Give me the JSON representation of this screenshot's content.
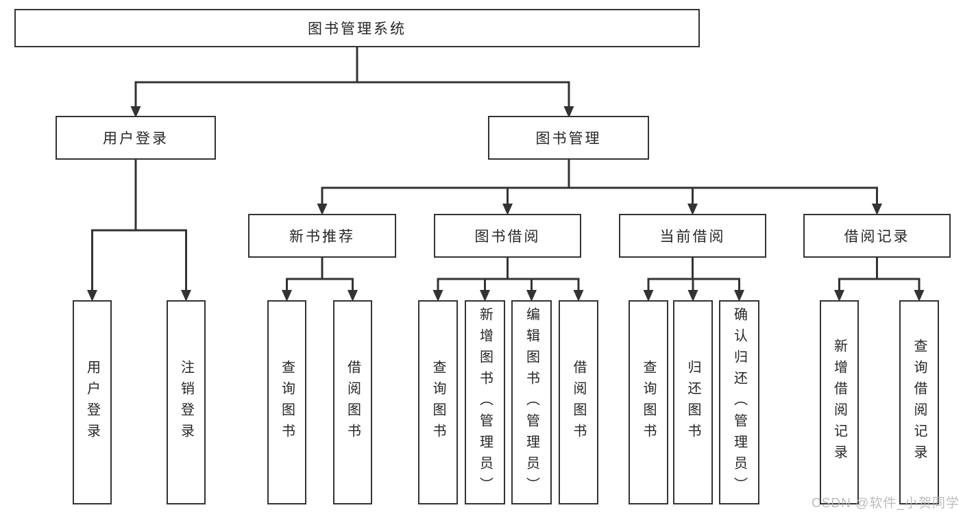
{
  "diagram": {
    "root": {
      "label": "图书管理系统"
    },
    "branches": [
      {
        "label": "用户登录",
        "children": [
          {
            "label": "用户登录"
          },
          {
            "label": "注销登录"
          }
        ]
      },
      {
        "label": "图书管理",
        "children": [
          {
            "label": "新书推荐",
            "children": [
              {
                "label": "查询图书"
              },
              {
                "label": "借阅图书"
              }
            ]
          },
          {
            "label": "图书借阅",
            "children": [
              {
                "label": "查询图书"
              },
              {
                "label": "新增图书（管理员）"
              },
              {
                "label": "编辑图书（管理员）"
              },
              {
                "label": "借阅图书"
              }
            ]
          },
          {
            "label": "当前借阅",
            "children": [
              {
                "label": "查询图书"
              },
              {
                "label": "归还图书"
              },
              {
                "label": "确认归还（管理员）"
              }
            ]
          },
          {
            "label": "借阅记录",
            "children": [
              {
                "label": "新增借阅记录"
              },
              {
                "label": "查询借阅记录"
              }
            ]
          }
        ]
      }
    ]
  },
  "watermark": {
    "text": "CSDN @软件_小贺同学"
  },
  "colors": {
    "line": "#333333",
    "border": "#333333",
    "text": "#262626",
    "background": "#ffffff",
    "watermark": "#b5b5b5"
  }
}
